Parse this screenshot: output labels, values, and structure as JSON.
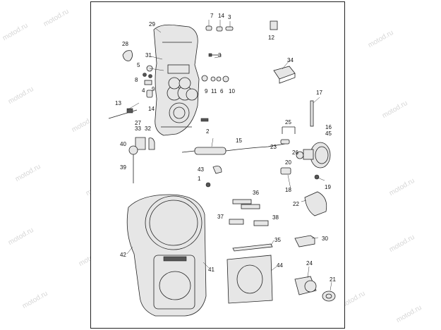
{
  "watermark": "motod.ru",
  "callouts": [
    "1",
    "2",
    "3",
    "3",
    "4",
    "5",
    "6",
    "7",
    "8",
    "9",
    "9",
    "10",
    "11",
    "12",
    "13",
    "14",
    "14",
    "15",
    "16",
    "17",
    "18",
    "19",
    "20",
    "21",
    "22",
    "23",
    "24",
    "25",
    "26",
    "27",
    "28",
    "29",
    "30",
    "31",
    "32",
    "33",
    "34",
    "35",
    "36",
    "37",
    "38",
    "39",
    "40",
    "41",
    "42",
    "43",
    "44",
    "45"
  ],
  "colors": {
    "line": "#222222",
    "fill": "#e6e6e6",
    "watermark": "#c9c9c9",
    "border": "#222222"
  }
}
